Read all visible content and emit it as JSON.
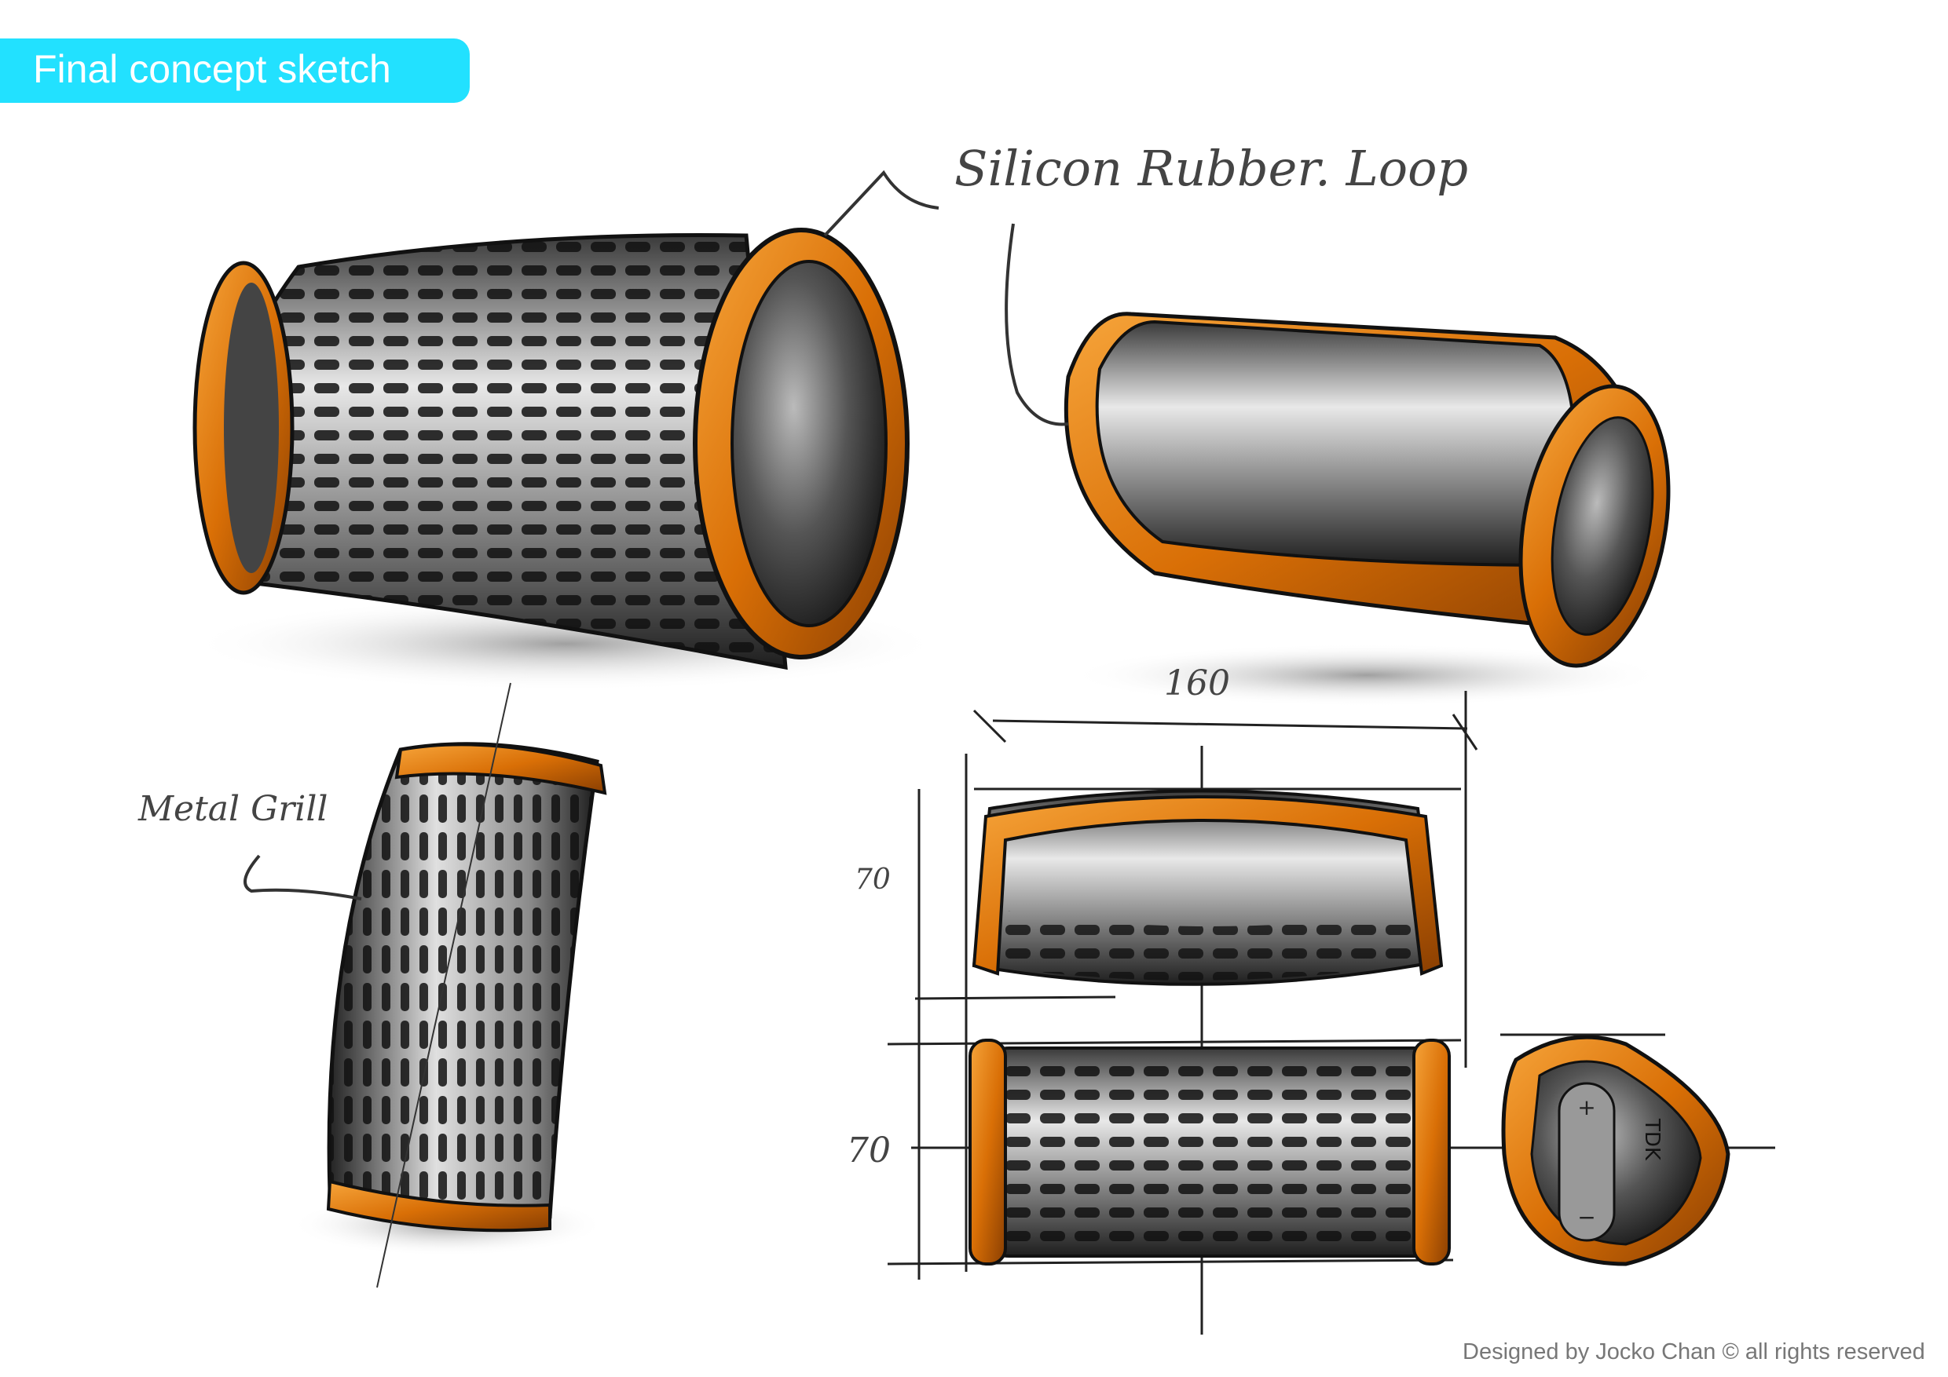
{
  "title": "Final concept sketch",
  "annotations": {
    "silicon_loop": "Silicon Rubber. Loop",
    "metal_grill": "Metal Grill",
    "width_dim": "160",
    "height_dim_top": "70",
    "height_dim_bottom": "70"
  },
  "logo": "TDK",
  "footer": "Designed by Jocko Chan © all rights reserved",
  "colors": {
    "title_bg": "#22e1ff",
    "rim_orange": "#e8870f",
    "body_dark": "#2a2a2a",
    "footer_text": "#777777"
  }
}
